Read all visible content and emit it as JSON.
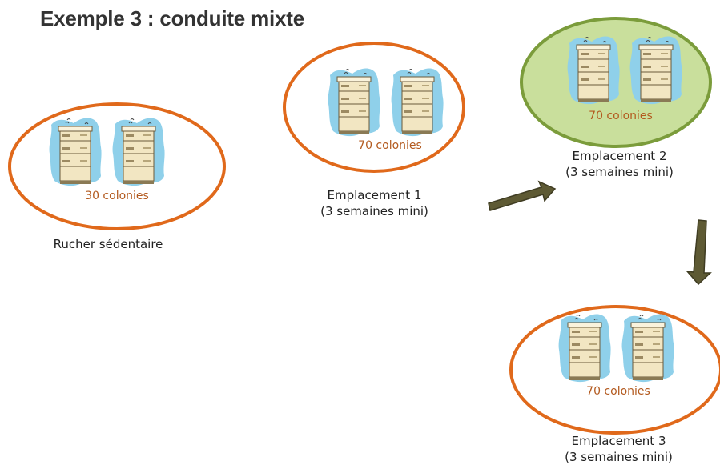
{
  "title": "Exemple 3 : conduite mixte",
  "colors": {
    "orange_ring": "#e0691b",
    "green_ring": "#7b9c3b",
    "green_fill": "#c9df9c",
    "count_text": "#b35a1f",
    "arrow": "#5e5a34",
    "hive_bg": "#8fd0ea",
    "hive_body": "#f2e6c2"
  },
  "nodes": {
    "sedentaire": {
      "count": "30 colonies",
      "label1": "Rucher sédentaire",
      "label2": ""
    },
    "e1": {
      "count": "70 colonies",
      "label1": "Emplacement 1",
      "label2": "(3 semaines mini)"
    },
    "e2": {
      "count": "70 colonies",
      "label1": "Emplacement 2",
      "label2": "(3 semaines mini)"
    },
    "e3": {
      "count": "70 colonies",
      "label1": "Emplacement 3",
      "label2": "(3 semaines mini)"
    }
  },
  "icons": {
    "hive": "beehive-icon",
    "arrow": "arrow-icon"
  }
}
